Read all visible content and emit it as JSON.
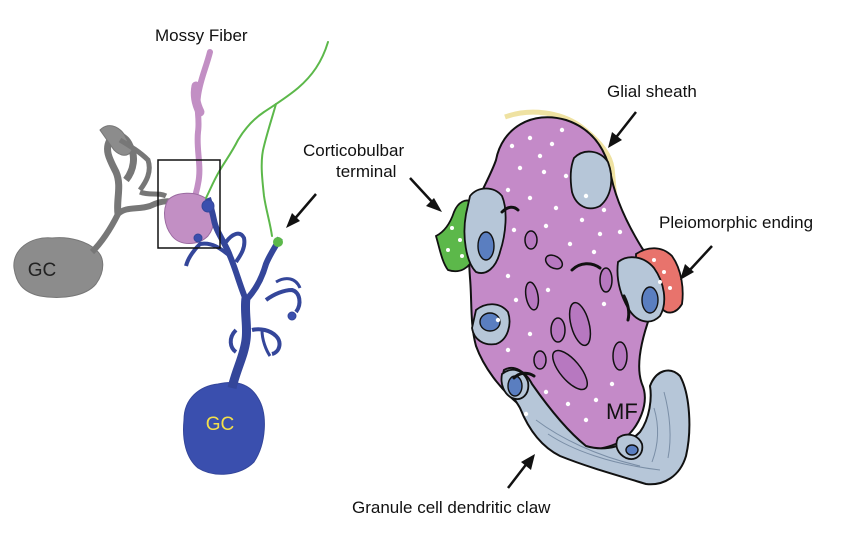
{
  "labels": {
    "mossy_fiber": "Mossy Fiber",
    "gc_gray": "GC",
    "gc_blue": "GC",
    "corticobulbar_line1": "Corticobulbar",
    "corticobulbar_line2": "terminal",
    "glial_sheath": "Glial sheath",
    "pleiomorphic_ending": "Pleiomorphic ending",
    "mf": "MF",
    "granule_claw": "Granule cell dendritic claw"
  },
  "colors": {
    "mossy_fiber": "#c28fc4",
    "granule_cell_gray": "#8c8c8c",
    "granule_cell_blue": "#3a4fae",
    "corticobulbar": "#5cb84a",
    "mf_terminal": "#c48ac8",
    "dendrite": "#b6c6d8",
    "pleiomorphic": "#e8736c",
    "glial": "#f3e7ae",
    "gc_label_blue": "#f4e04a"
  }
}
